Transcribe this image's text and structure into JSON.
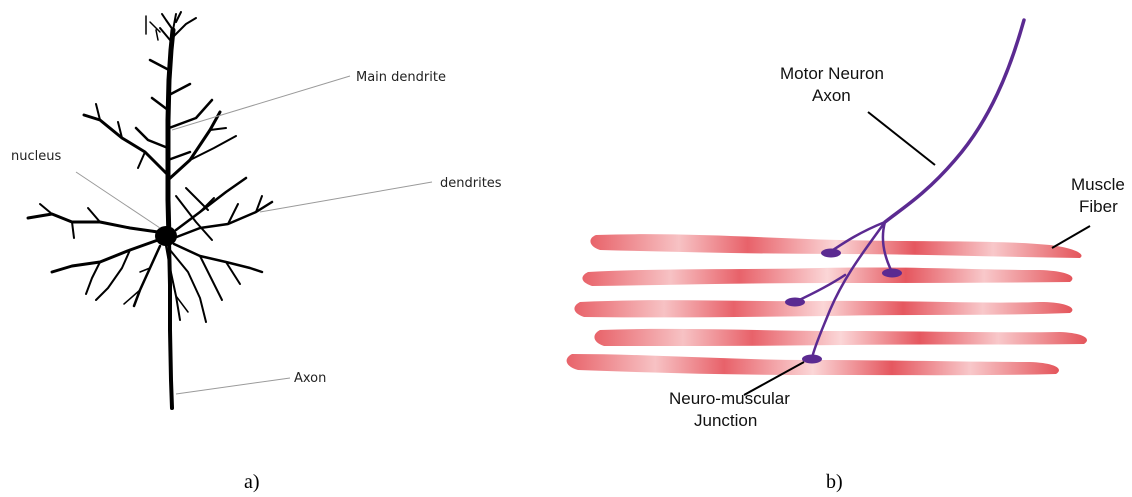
{
  "panel_a": {
    "labels": {
      "main_dendrite": "Main dendrite",
      "nucleus": "nucleus",
      "dendrites": "dendrites",
      "axon": "Axon"
    },
    "caption": "a)"
  },
  "panel_b": {
    "labels": {
      "motor_neuron_line1": "Motor Neuron",
      "motor_neuron_line2": "Axon",
      "muscle_line1": "Muscle",
      "muscle_line2": "Fiber",
      "junction_line1": "Neuro-muscular",
      "junction_line2": "Junction"
    },
    "caption": "b)"
  },
  "colors": {
    "neuron": "#000000",
    "axon": "#5b2a91",
    "muscle_edge": "#e4555b",
    "muscle_light": "#fbd6d6"
  }
}
